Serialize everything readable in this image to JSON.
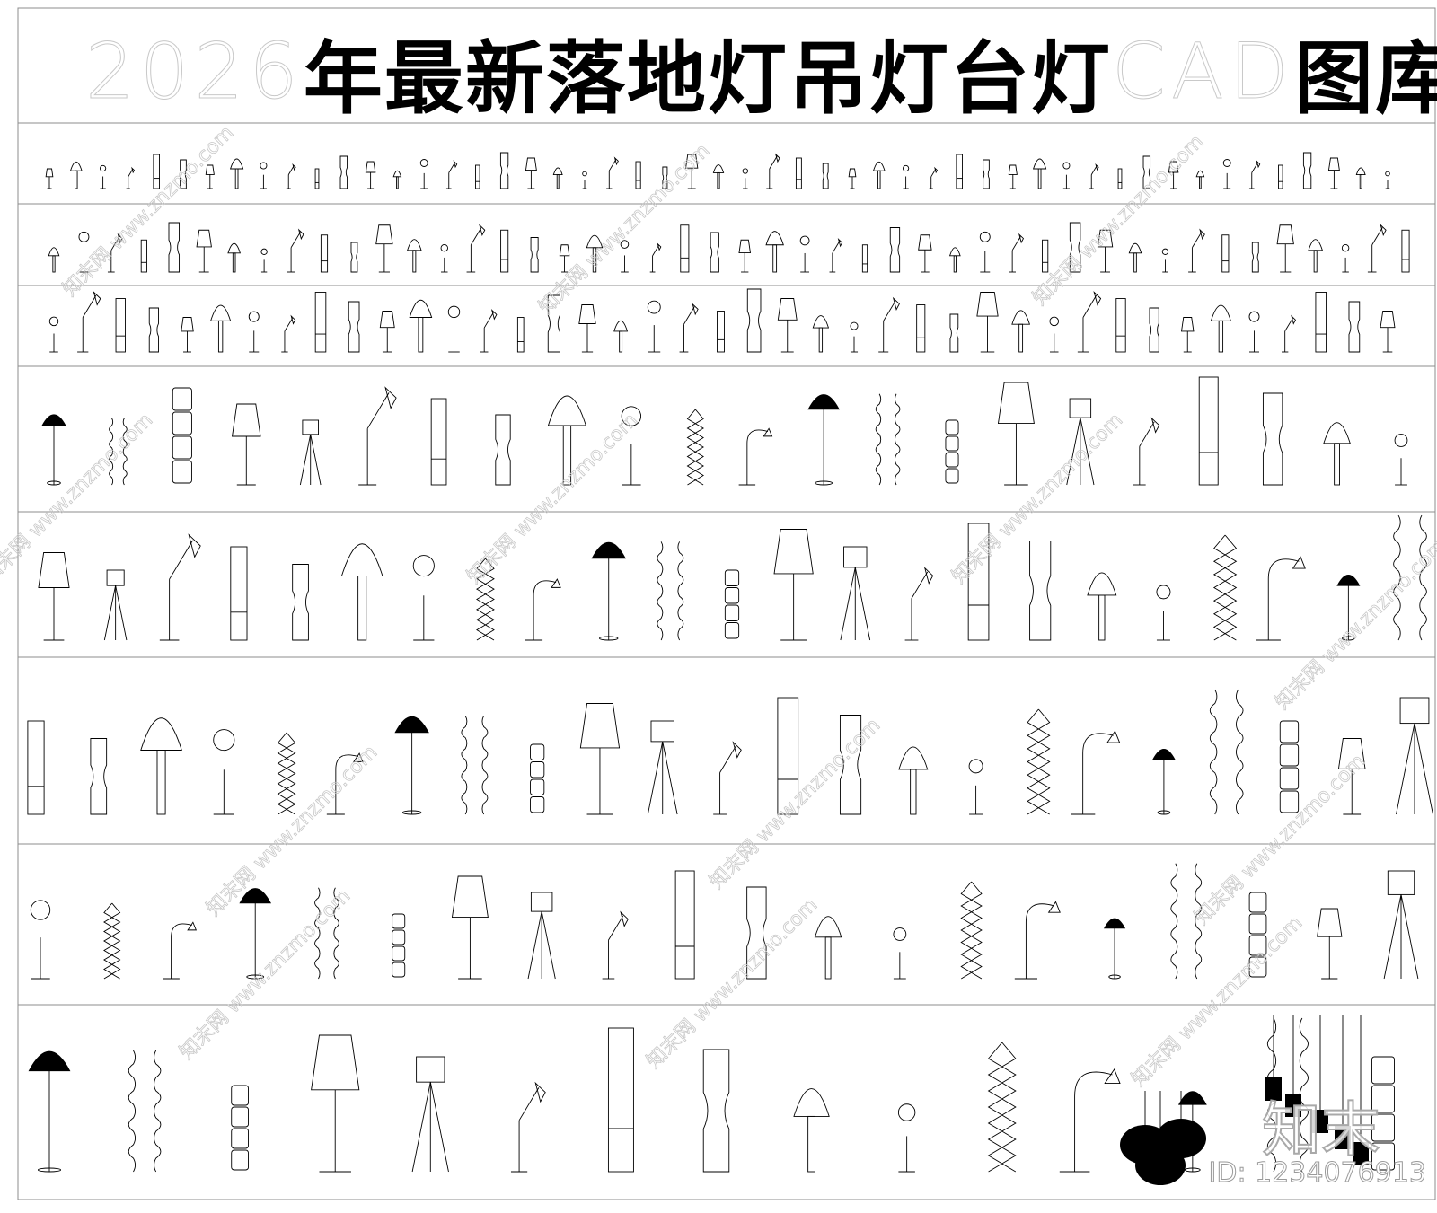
{
  "title": {
    "year": "2026",
    "main": "年最新落地灯吊灯台灯",
    "cad": "CAD",
    "tail": "图库"
  },
  "watermark": {
    "site": "znzmo.com",
    "site_full": "www.znzmo.com",
    "brand": "知末网",
    "logo": "知末",
    "id": "ID: 1234076913"
  },
  "colors": {
    "line": "#000000",
    "frame": "#8c8c8c",
    "watermark": "#c8c8c8"
  },
  "rows": [
    {
      "name": "desk-lamp-row-1",
      "count": 51
    },
    {
      "name": "desk-lamp-row-2",
      "count": 46
    },
    {
      "name": "desk-lamp-row-3",
      "count": 41
    },
    {
      "name": "floor-lamp-row-1",
      "count": 22
    },
    {
      "name": "floor-lamp-row-2",
      "count": 23
    },
    {
      "name": "floor-lamp-row-3",
      "count": 23
    },
    {
      "name": "floor-lamp-row-4",
      "count": 20
    },
    {
      "name": "pendant-lamp-row",
      "count": 15
    }
  ]
}
